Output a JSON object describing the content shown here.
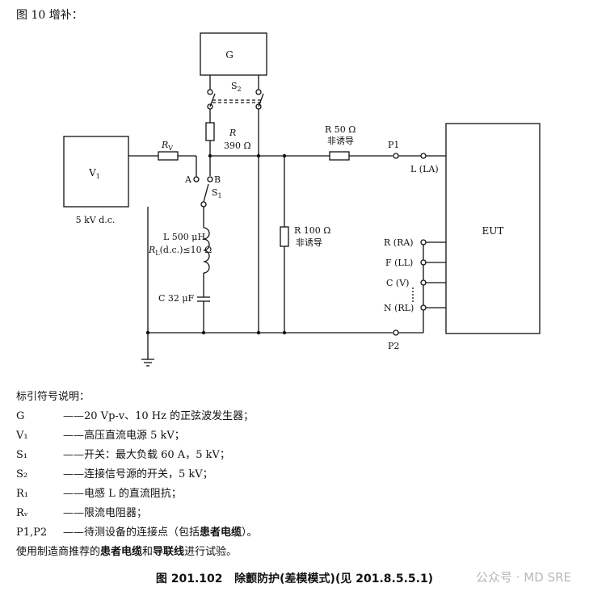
{
  "header": {
    "note": "图 10 增补："
  },
  "diagram": {
    "g_label": "G",
    "v1_label": "V",
    "v1_sub": "1",
    "v1_value": "5 kV d.c.",
    "eut_label": "EUT",
    "s1_label": "S",
    "s1_sub": "1",
    "s2_label": "S",
    "s2_sub": "2",
    "rv_label": "R",
    "rv_sub": "V",
    "r390_label": "R",
    "r390_value": "390 Ω",
    "r50_label": "R 50 Ω",
    "r50_sub": "非诱导",
    "r100_label": "R 100 Ω",
    "r100_sub": "非诱导",
    "l_label": "L 500 μH",
    "rl_label": "R",
    "rl_sub": "L",
    "rl_value": "(d.c.)≤10 Ω",
    "c_label": "C 32 μF",
    "pt_a": "A",
    "pt_b": "B",
    "p1": "P1",
    "p2": "P2",
    "lead_la": "L (LA)",
    "lead_ra": "R (RA)",
    "lead_ll": "F (LL)",
    "lead_v": "C (V)",
    "lead_rl": "N (RL)"
  },
  "legend": {
    "title": "标引符号说明：",
    "items": [
      {
        "sym": "G",
        "desc": "——20 Vp-v、10 Hz 的正弦波发生器；"
      },
      {
        "sym": "V₁",
        "desc": "——高压直流电源 5 kV；"
      },
      {
        "sym": "S₁",
        "desc": "——开关：最大负载 60 A，5 kV；"
      },
      {
        "sym": "S₂",
        "desc": "——连接信号源的开关，5 kV；"
      },
      {
        "sym": "R₁",
        "desc": "——电感 L 的直流阻抗；"
      },
      {
        "sym": "Rᵥ",
        "desc": "——限流电阻器；"
      },
      {
        "sym": "P1,P2",
        "desc": "——待测设备的连接点（包括",
        "bold": "患者电缆",
        "tail": "）。"
      }
    ],
    "note_a": "使用制造商推荐的",
    "note_b": "患者电缆",
    "note_c": "和",
    "note_d": "导联线",
    "note_e": "进行试验。"
  },
  "caption": {
    "fig": "图 201.102",
    "title": "除颤防护(差模模式)(见 201.8.5.5.1)"
  },
  "watermark": "公众号 · MD SRE"
}
